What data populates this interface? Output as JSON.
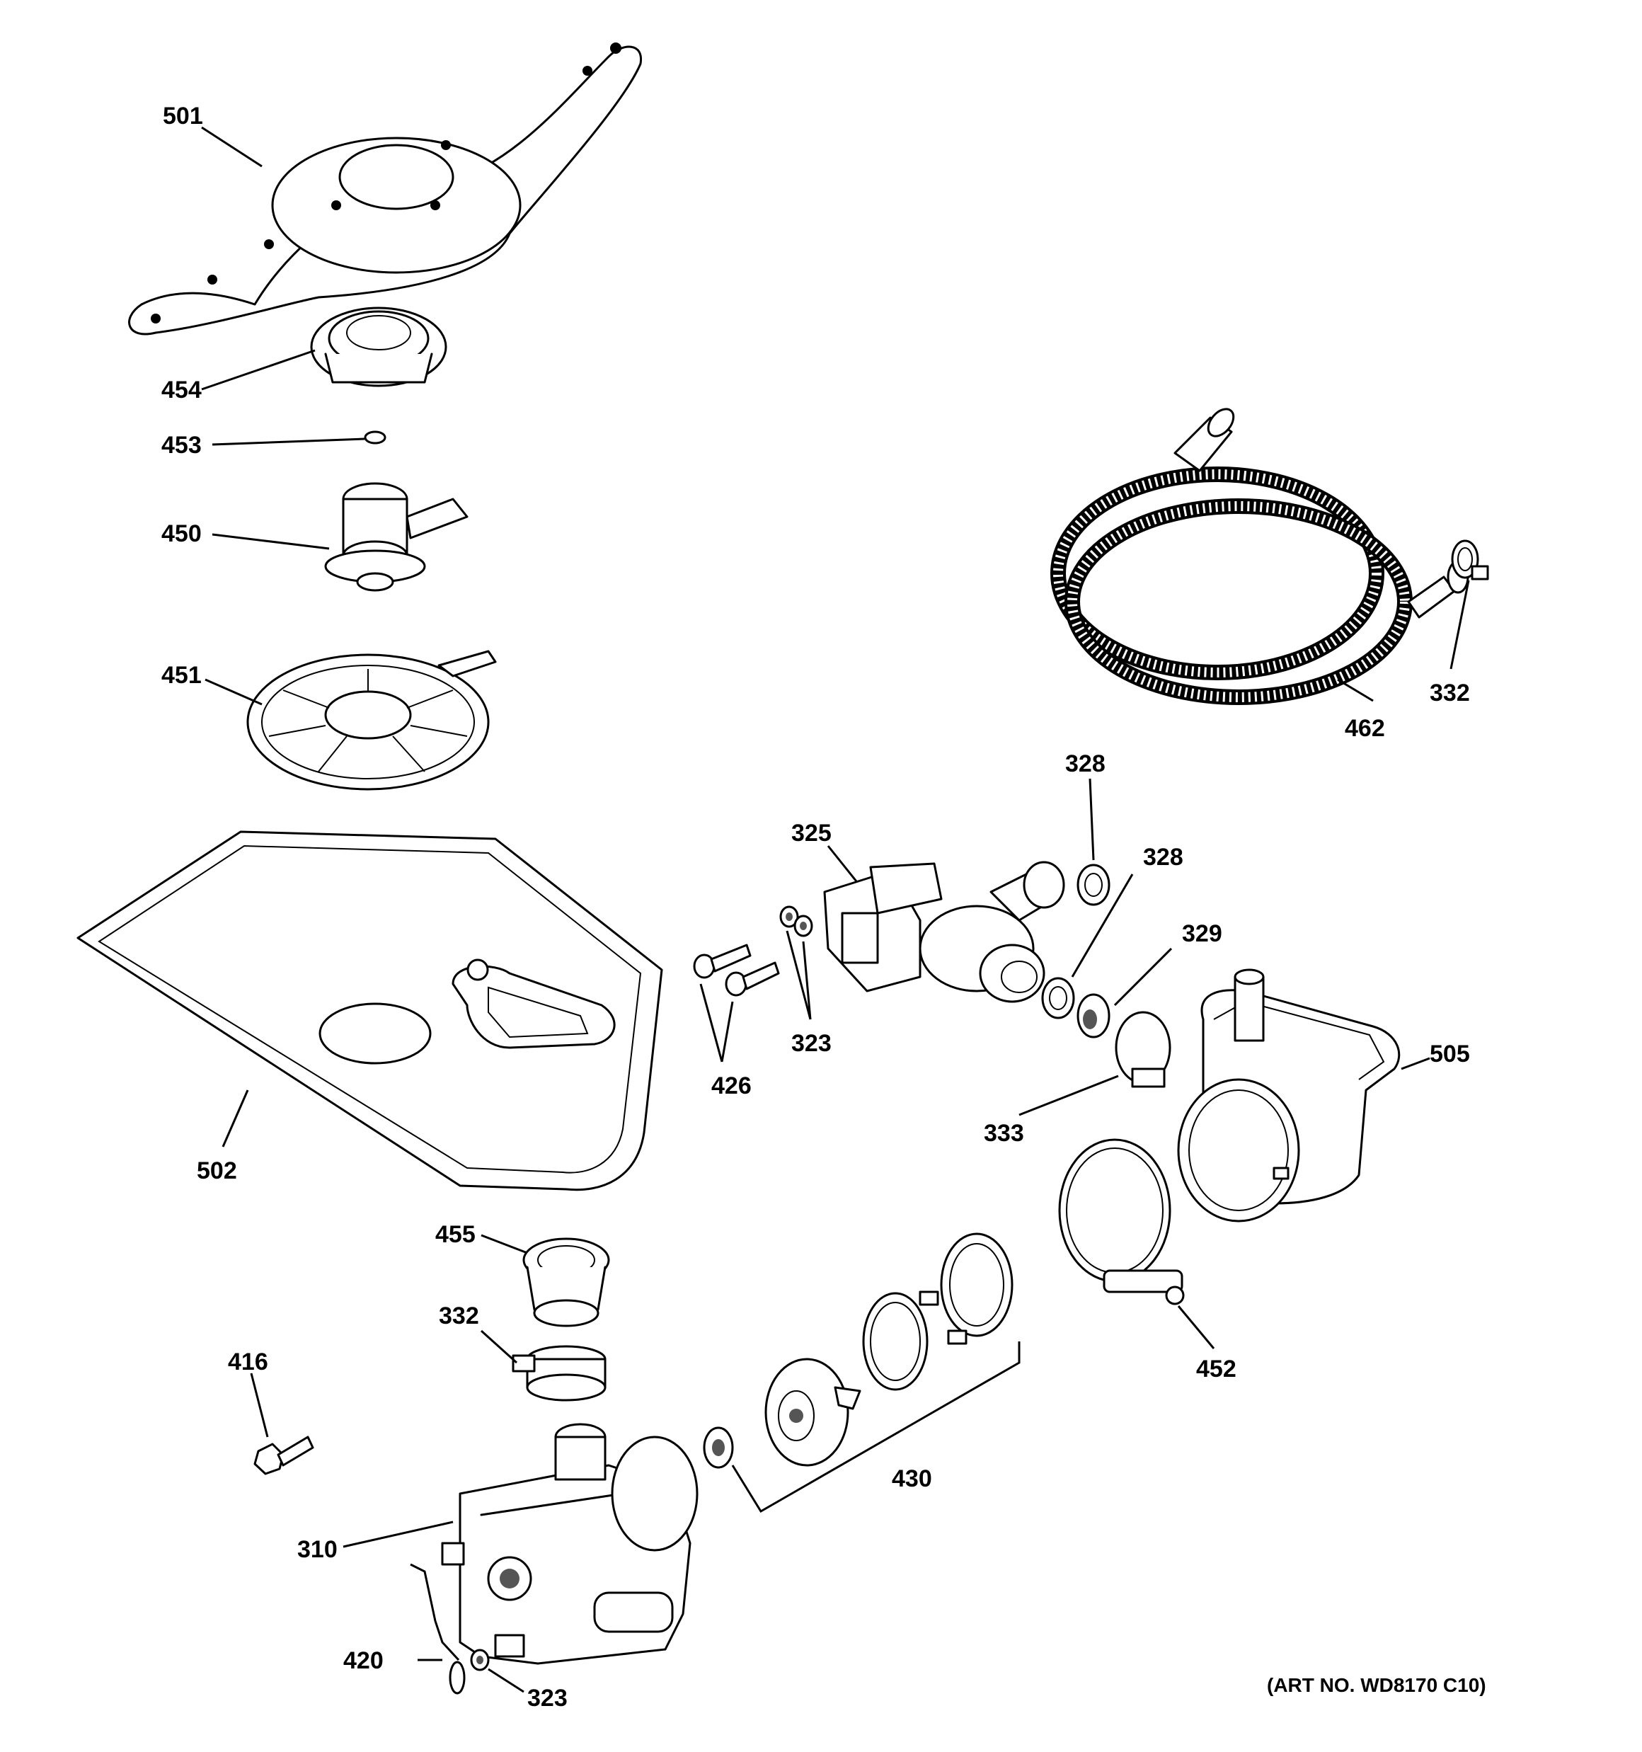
{
  "art_number": "(ART NO. WD8170 C10)",
  "callouts": [
    {
      "id": "501",
      "text": "501"
    },
    {
      "id": "454",
      "text": "454"
    },
    {
      "id": "453",
      "text": "453"
    },
    {
      "id": "450",
      "text": "450"
    },
    {
      "id": "451",
      "text": "451"
    },
    {
      "id": "502",
      "text": "502"
    },
    {
      "id": "455",
      "text": "455"
    },
    {
      "id": "332a",
      "text": "332"
    },
    {
      "id": "416",
      "text": "416"
    },
    {
      "id": "310",
      "text": "310"
    },
    {
      "id": "420",
      "text": "420"
    },
    {
      "id": "323a",
      "text": "323"
    },
    {
      "id": "430",
      "text": "430"
    },
    {
      "id": "426",
      "text": "426"
    },
    {
      "id": "323b",
      "text": "323"
    },
    {
      "id": "325",
      "text": "325"
    },
    {
      "id": "328a",
      "text": "328"
    },
    {
      "id": "328b",
      "text": "328"
    },
    {
      "id": "329",
      "text": "329"
    },
    {
      "id": "333",
      "text": "333"
    },
    {
      "id": "505",
      "text": "505"
    },
    {
      "id": "452",
      "text": "452"
    },
    {
      "id": "462",
      "text": "462"
    },
    {
      "id": "332b",
      "text": "332"
    }
  ]
}
